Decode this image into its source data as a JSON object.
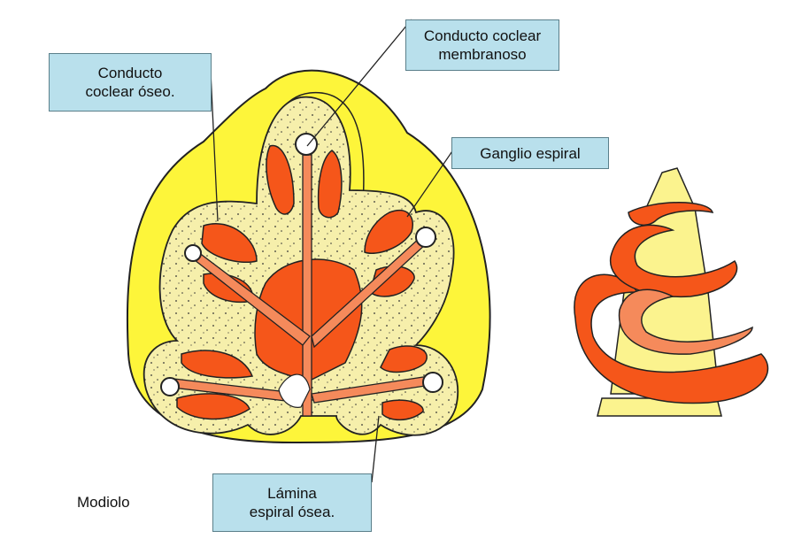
{
  "labels": {
    "conducto_oseo": "Conducto\ncoclear óseo.",
    "conducto_membranoso": "Conducto coclear\nmembranoso",
    "ganglio": "Ganglio espiral",
    "lamina": "Lámina\nespiral ósea.",
    "modiolo": "Modiolo"
  },
  "colors": {
    "outer_yellow": "#fdf53a",
    "bone_beige": "#f6efab",
    "orange": "#f5561a",
    "light_orange": "#f58a5b",
    "pale_yellow": "#fbf38e",
    "label_fill": "#b9e0ec"
  }
}
